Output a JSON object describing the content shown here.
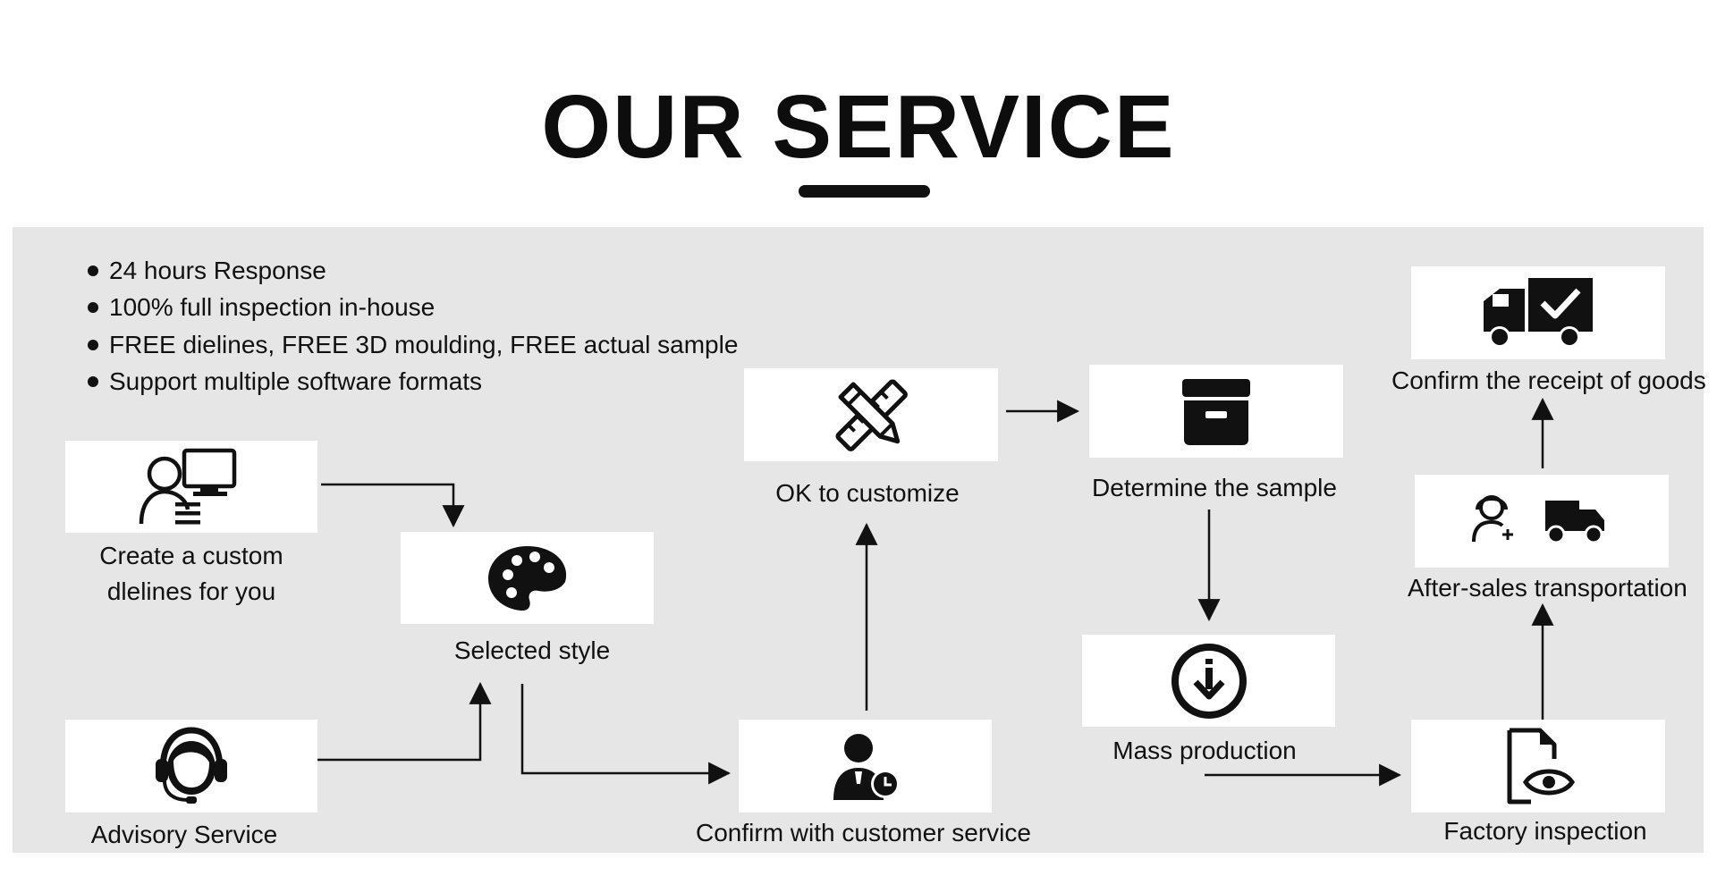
{
  "header": {
    "title": "OUR SERVICE"
  },
  "bullets": [
    "24 hours Response",
    "100% full inspection in-house",
    "FREE dielines, FREE 3D moulding, FREE actual sample",
    "Support multiple software formats"
  ],
  "steps": {
    "create": {
      "line1": "Create a custom",
      "line2": "dlelines for you",
      "icon": "user-computer-icon"
    },
    "advisory": {
      "label": "Advisory Service",
      "icon": "headset-agent-icon"
    },
    "selected": {
      "label": "Selected style",
      "icon": "palette-icon"
    },
    "confirm_cs": {
      "label": "Confirm with customer service",
      "icon": "user-clock-icon"
    },
    "ok": {
      "label": "OK to customize",
      "icon": "pencil-ruler-icon"
    },
    "determine": {
      "label": "Determine the sample",
      "icon": "archive-box-icon"
    },
    "mass": {
      "label": "Mass production",
      "icon": "download-circle-icon"
    },
    "factory": {
      "label": "Factory inspection",
      "icon": "document-eye-icon"
    },
    "after_sales": {
      "label": "After-sales transportation",
      "icon": "support-truck-icon"
    },
    "receipt": {
      "label": "Confirm the receipt of goods",
      "icon": "truck-check-icon"
    }
  },
  "colors": {
    "panel": "#e6e6e7",
    "box": "#ffffff",
    "ink": "#111111"
  }
}
